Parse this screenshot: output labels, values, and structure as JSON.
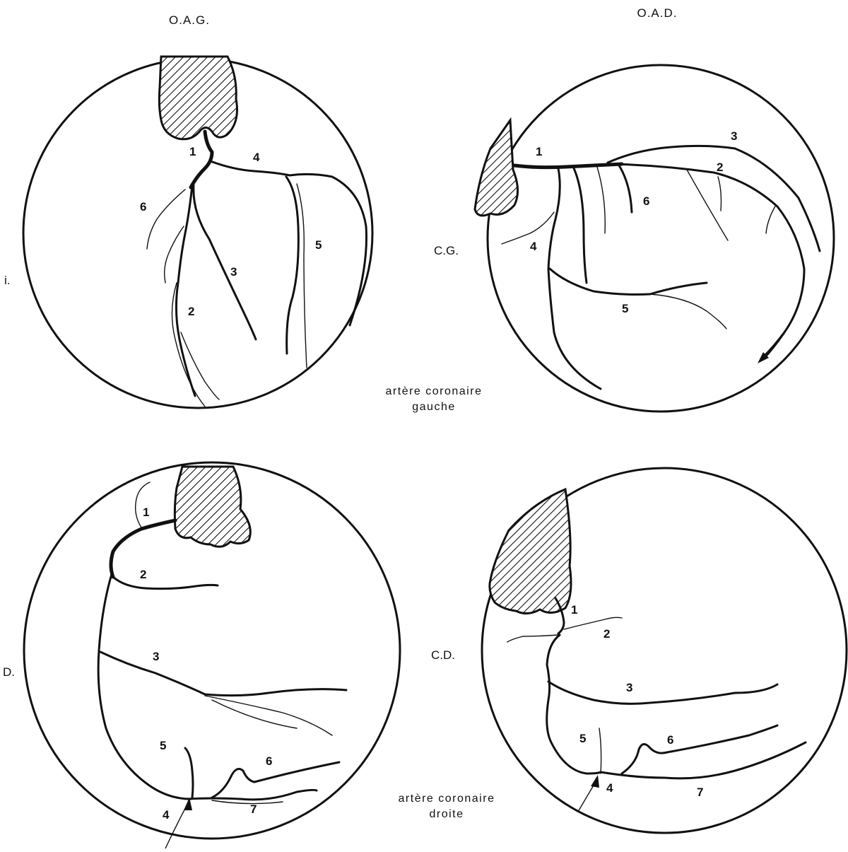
{
  "views": {
    "oag": "O.A.G.",
    "oad": "O.A.D."
  },
  "panels": {
    "left_oag": {
      "n1": "1",
      "n2": "2",
      "n3": "3",
      "n4": "4",
      "n5": "5",
      "n6": "6",
      "side": "i."
    },
    "left_oad": {
      "n1": "1",
      "n2": "2",
      "n3": "3",
      "n4": "4",
      "n5": "5",
      "n6": "6",
      "side": "C.G."
    },
    "right_oag": {
      "n1": "1",
      "n2": "2",
      "n3": "3",
      "n4": "4",
      "n5": "5",
      "n6": "6",
      "n7": "7",
      "side": "D."
    },
    "right_oad": {
      "n1": "1",
      "n2": "2",
      "n3": "3",
      "n4": "4",
      "n5": "5",
      "n6": "6",
      "n7": "7",
      "side": "C.D."
    }
  },
  "captions": {
    "left_line1": "artère coronaire",
    "left_line2": "gauche",
    "right_line1": "artère coronaire",
    "right_line2": "droite"
  }
}
